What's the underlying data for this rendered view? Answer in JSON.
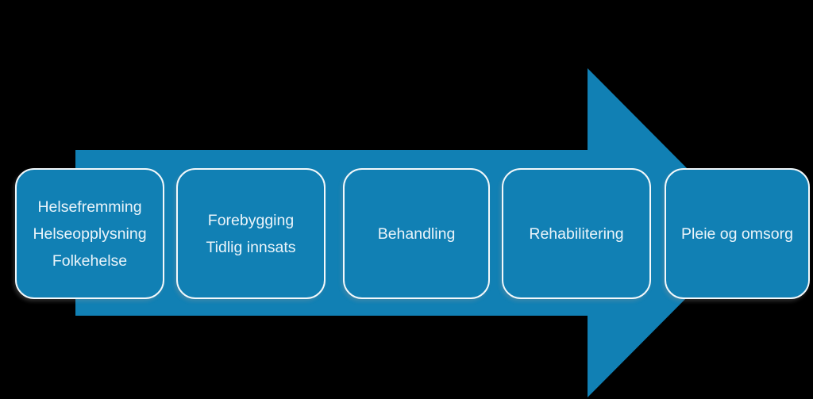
{
  "diagram": {
    "type": "process-arrow-flow",
    "direction": "left-to-right",
    "background_color": "#000000",
    "stages": [
      {
        "id": "helsefremming",
        "lines": [
          "Helsefremming",
          "Helseopplysning",
          "Folkehelse"
        ]
      },
      {
        "id": "forebygging",
        "lines": [
          "Forebygging",
          "Tidlig innsats"
        ]
      },
      {
        "id": "behandling",
        "lines": [
          "Behandling"
        ]
      },
      {
        "id": "rehabilitering",
        "lines": [
          "Rehabilitering"
        ]
      },
      {
        "id": "pleie-omsorg",
        "lines": [
          "Pleie og omsorg"
        ]
      }
    ],
    "colors": {
      "arrow_blue": "#1180b4",
      "box_blue": "#1180b4",
      "box_border_white": "#f2f8fb",
      "text_white": "#eaf4fa"
    }
  }
}
